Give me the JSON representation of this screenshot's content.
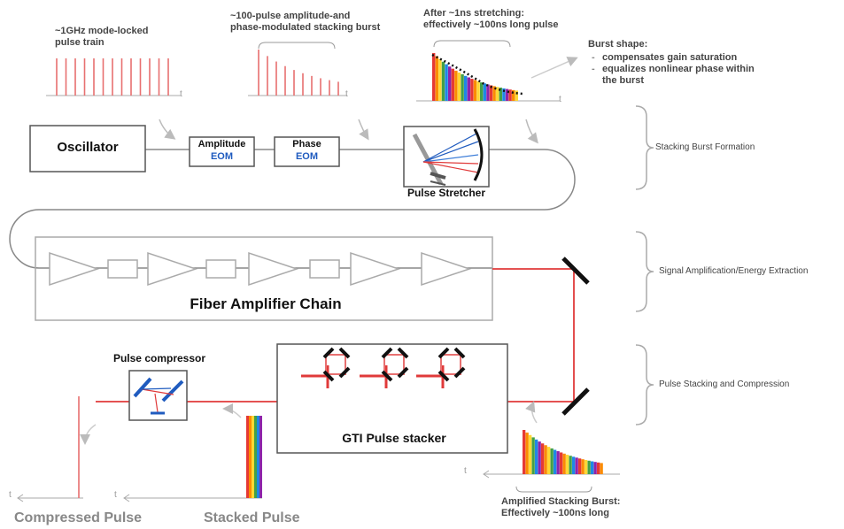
{
  "annotations": {
    "train": "~1GHz mode-locked pulse train",
    "burst": "~100-pulse amplitude-and phase-modulated stacking burst",
    "stretch": "After ~1ns stretching: effectively ~100ns long pulse",
    "burst_shape": {
      "title": "Burst shape:",
      "items": [
        "compensates gain saturation",
        "equalizes nonlinear phase within the burst"
      ]
    },
    "amplified": "Amplified Stacking Burst: Effectively ~100ns long"
  },
  "components": {
    "oscillator": "Oscillator",
    "amp_eom_line1": "Amplitude",
    "amp_eom_line2": "EOM",
    "phase_eom_line1": "Phase",
    "phase_eom_line2": "EOM",
    "stretcher": "Pulse Stretcher",
    "amplifier_chain": "Fiber Amplifier Chain",
    "compressor": "Pulse compressor",
    "gti_stacker": "GTI Pulse stacker"
  },
  "stages": {
    "formation": "Stacking Burst Formation",
    "amplification": "Signal Amplification/Energy Extraction",
    "stacking": "Pulse Stacking and Compression"
  },
  "outputs": {
    "compressed": "Compressed  Pulse",
    "stacked": "Stacked Pulse"
  },
  "axis_label": "t",
  "colors": {
    "beam": "#e03a3a",
    "pulse": "#e87070",
    "blue": "#1f5bbf",
    "box_border": "#666666",
    "arrow": "#bbbbbb"
  },
  "rainbow_colors": [
    "#e53935",
    "#fb8c00",
    "#fdd835",
    "#43a047",
    "#1e88e5",
    "#8e24aa"
  ]
}
